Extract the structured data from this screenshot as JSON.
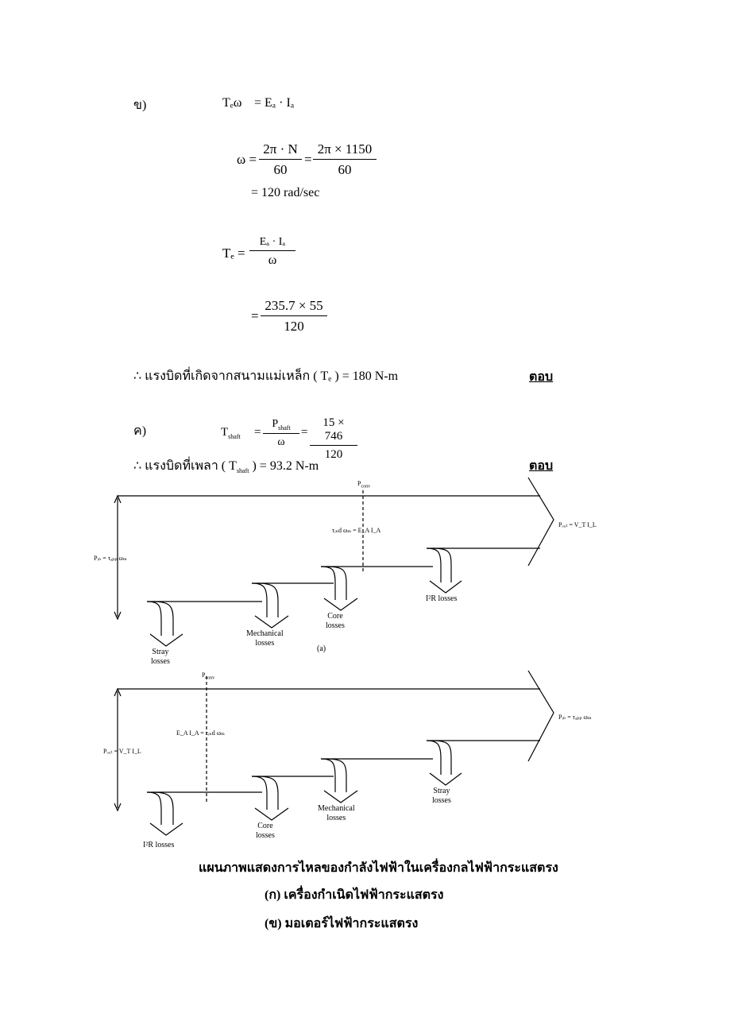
{
  "part_b": {
    "label": "ข)",
    "eq1_lhs": "Tₑω",
    "eq1_rhs": "= Eₐ · Iₐ",
    "omega_lhs": "ω =",
    "omega_num1": "2π · N",
    "omega_den1": "60",
    "omega_eq2": "=",
    "omega_num2": "2π × 1150",
    "omega_den2": "60",
    "omega_result": "=  120    rad/sec",
    "te_lhs": "Tₑ =",
    "te_num": "Eₐ · Iₐ",
    "te_den": "ω",
    "te_eq": "=",
    "te_num2": "235.7 × 55",
    "te_den2": "120",
    "answer_line": "∴ แรงบิดที่เกิดจากสนามแม่เหล็ก ( Tₑ )  =   180   N-m",
    "answer_tag": "ตอบ"
  },
  "part_c": {
    "label": "ค)",
    "lhs": "T",
    "lhs_sub": "shaft",
    "eq": "=",
    "num1": "P",
    "num1_sub": "shaft",
    "den1": "ω",
    "eq2": "=",
    "num2": "15 × 746",
    "den2": "120",
    "answer_line": "∴ แรงบิดที่เพลา ( T",
    "answer_sub": "shaft",
    "answer_rest": " )    =    93.2     N-m",
    "answer_tag": "ตอบ"
  },
  "diagram_a": {
    "p_conv": "P",
    "p_conv_sub": "conv",
    "p_in": "Pᵢₙ = τₐₚₚ ωₘ",
    "p_out": "Pₒᵤₜ = V_T I_L",
    "tau_ind": "τᵢₙd ωₘ = E_A I_A",
    "loss_stray": "Stray\nlosses",
    "loss_mech": "Mechanical\nlosses",
    "loss_core": "Core\nlosses",
    "loss_i2r": "I²R losses",
    "caption": "(a)"
  },
  "diagram_b": {
    "p_conv": "P",
    "p_conv_sub": "conv",
    "p_in": "Pᵢₙ = τₐₚₚ ωₘ",
    "p_out": "Pₒᵤₜ = V_T I_L",
    "ea_ia": "E_A I_A = τᵢₙd ωₘ",
    "loss_i2r": "I²R losses",
    "loss_core": "Core\nlosses",
    "loss_mech": "Mechanical\nlosses",
    "loss_stray": "Stray\nlosses"
  },
  "captions": {
    "title": "แผนภาพแสดงการไหลของกำลังไฟฟ้าในเครื่องกลไฟฟ้ากระแสตรง",
    "sub_a": "(ก)  เครื่องกำเนิดไฟฟ้ากระแสตรง",
    "sub_b": "(ข)  มอเตอร์ไฟฟ้ากระแสตรง"
  }
}
